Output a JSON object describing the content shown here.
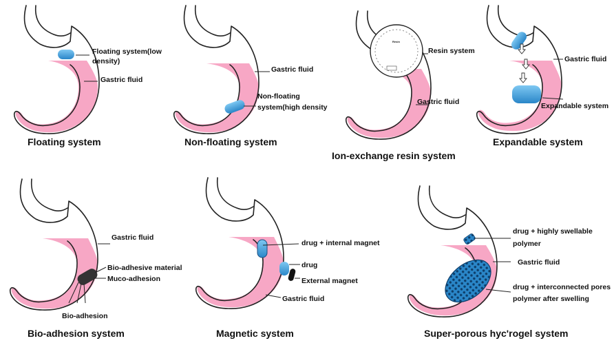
{
  "colors": {
    "gastric_fluid": "#f7a7c5",
    "capsule": "#4aa8e0",
    "capsule_dark": "#1a6fb0",
    "bio_adhesive": "#333333",
    "outline": "#222222"
  },
  "panels": {
    "floating": {
      "caption": "Floating system",
      "labels": {
        "system_line1": "Floating system(low",
        "system_line2": "density)",
        "fluid": "Gastric fluid"
      }
    },
    "non_floating": {
      "caption": "Non-floating system",
      "labels": {
        "fluid": "Gastric fluid",
        "system_line1": "Non-floating",
        "system_line2": "system(high density"
      }
    },
    "ion_exchange": {
      "caption": "Ion-exchange resin system",
      "labels": {
        "resin": "Resin system",
        "fluid": "Gastric fluid",
        "resin_inner": "Resin"
      }
    },
    "expandable": {
      "caption": "Expandable system",
      "labels": {
        "fluid": "Gastric fluid",
        "system": "Expandable system"
      }
    },
    "bio_adhesion": {
      "caption": "Bio-adhesion system",
      "labels": {
        "fluid": "Gastric fluid",
        "material": "Bio-adhesive material",
        "muco": "Muco-adhesion",
        "bio": "Bio-adhesion"
      }
    },
    "magnetic": {
      "caption": "Magnetic system",
      "labels": {
        "internal": "drug + internal magnet",
        "drug": "drug",
        "external": "External magnet",
        "fluid": "Gastric fluid"
      }
    },
    "super_porous": {
      "caption": "Super-porous hyc'rogel system",
      "labels": {
        "swellable_line1": "drug + highly swellable",
        "swellable_line2": "polymer",
        "fluid": "Gastric fluid",
        "pores_line1": "drug + interconnected pores",
        "pores_line2": "polymer after swelling"
      }
    }
  }
}
